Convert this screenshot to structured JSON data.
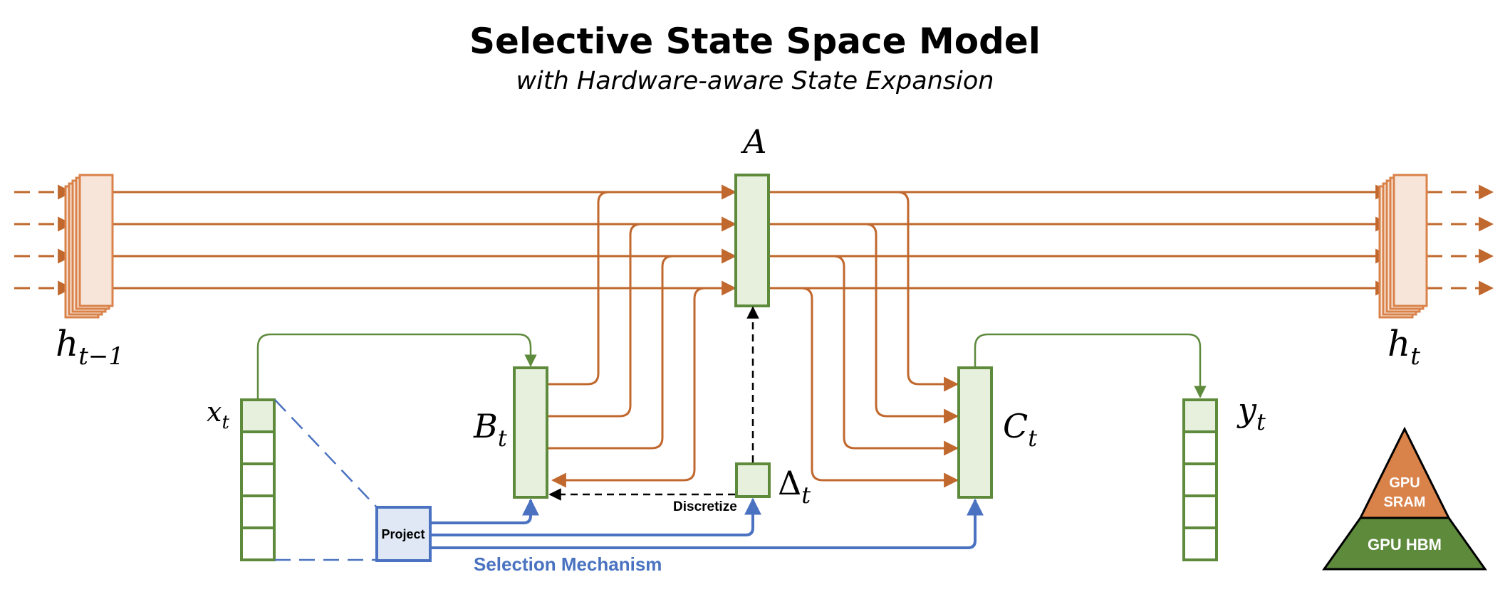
{
  "header": {
    "title": "Selective State Space Model",
    "subtitle": "with Hardware-aware State Expansion"
  },
  "symbols": {
    "A": "A",
    "h_prev_base": "h",
    "h_prev_sub": "t−1",
    "h_next_base": "h",
    "h_next_sub": "t",
    "x_base": "x",
    "x_sub": "t",
    "B_base": "B",
    "B_sub": "t",
    "C_base": "C",
    "C_sub": "t",
    "delta_base": "Δ",
    "delta_sub": "t",
    "y_base": "y",
    "y_sub": "t"
  },
  "labels": {
    "project": "Project",
    "discretize": "Discretize",
    "selection_mechanism": "Selection Mechanism"
  },
  "legend": {
    "sram_line1": "GPU",
    "sram_line2": "SRAM",
    "hbm": "GPU HBM"
  },
  "colors": {
    "orange": "#C0682E",
    "orange_fill": "#F8E5D9",
    "orange_tri": "#D9824A",
    "green": "#5E8A3C",
    "green_fill": "#E6F0DC",
    "green_tri": "#5E8A3C",
    "blue": "#4A72C0",
    "blue_fill": "#E0E8F5"
  }
}
